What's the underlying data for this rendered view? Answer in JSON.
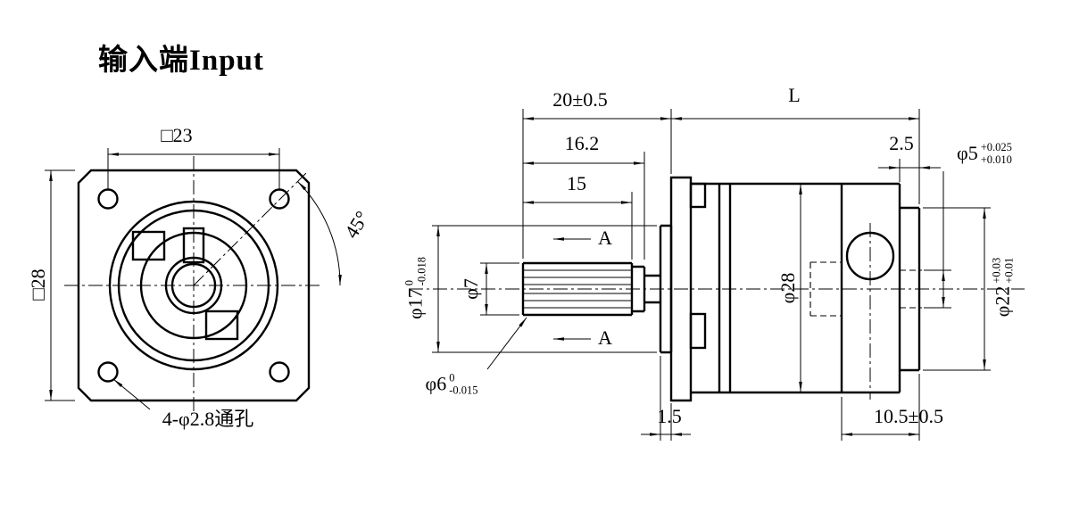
{
  "drawing": {
    "title": "输入端Input",
    "front_view": {
      "dim_square_23": "□23",
      "dim_square_28": "□28",
      "dim_angle_45": "45°",
      "holes_note": "4-φ2.8通孔"
    },
    "side_view": {
      "dim_20": "20±0.5",
      "dim_L": "L",
      "dim_16_2": "16.2",
      "dim_15": "15",
      "dim_2_5": "2.5",
      "dim_1_5": "1.5",
      "dim_10_5": "10.5±0.5",
      "dim_phi5": {
        "main": "φ5",
        "tol_upper": "+0.025",
        "tol_lower": "+0.010"
      },
      "dim_phi17": {
        "main": "φ17",
        "tol_upper": "0",
        "tol_lower": "-0.018"
      },
      "dim_phi7": "φ7",
      "dim_phi6": {
        "main": "φ6",
        "tol_upper": "0",
        "tol_lower": "-0.015"
      },
      "dim_phi28": "φ28",
      "dim_phi22": {
        "main": "φ22",
        "tol_upper": "+0.03",
        "tol_lower": "+0.01"
      },
      "section_label_top": "A",
      "section_label_bottom": "A"
    }
  },
  "colors": {
    "line": "#000000",
    "background": "#ffffff"
  }
}
